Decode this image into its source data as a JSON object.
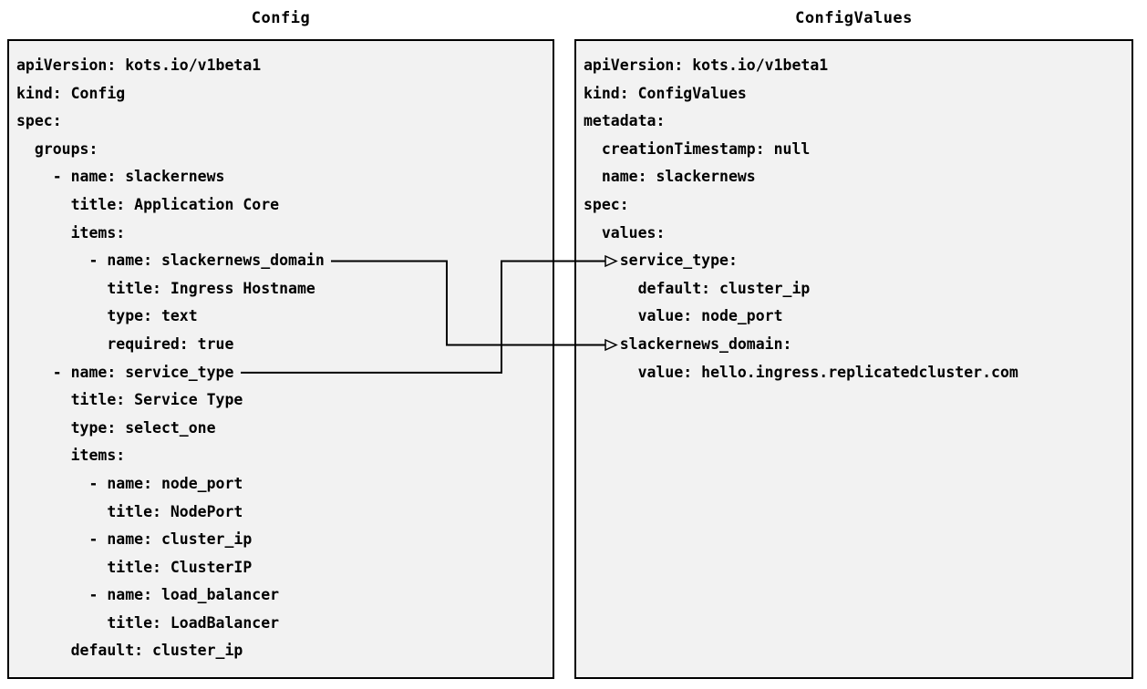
{
  "panels": {
    "config": {
      "title": "Config",
      "lines": [
        "apiVersion: kots.io/v1beta1",
        "kind: Config",
        "spec:",
        "  groups:",
        "    - name: slackernews",
        "      title: Application Core",
        "      items:",
        "        - name: slackernews_domain",
        "          title: Ingress Hostname",
        "          type: text",
        "          required: true",
        "    - name: service_type",
        "      title: Service Type",
        "      type: select_one",
        "      items:",
        "        - name: node_port",
        "          title: NodePort",
        "        - name: cluster_ip",
        "          title: ClusterIP",
        "        - name: load_balancer",
        "          title: LoadBalancer",
        "      default: cluster_ip"
      ]
    },
    "config_values": {
      "title": "ConfigValues",
      "lines": [
        "apiVersion: kots.io/v1beta1",
        "kind: ConfigValues",
        "metadata:",
        "  creationTimestamp: null",
        "  name: slackernews",
        "spec:",
        "  values:",
        "    service_type:",
        "      default: cluster_ip",
        "      value: node_port",
        "    slackernews_domain:",
        "      value: hello.ingress.replicatedcluster.com"
      ]
    }
  },
  "connectors": [
    {
      "from": "Config item slackernews_domain",
      "to": "ConfigValues key slackernews_domain"
    },
    {
      "from": "Config item service_type",
      "to": "ConfigValues key service_type"
    }
  ],
  "colors": {
    "panel_bg": "#f2f2f2",
    "panel_border": "#000000",
    "text": "#000000",
    "arrow": "#000000"
  }
}
